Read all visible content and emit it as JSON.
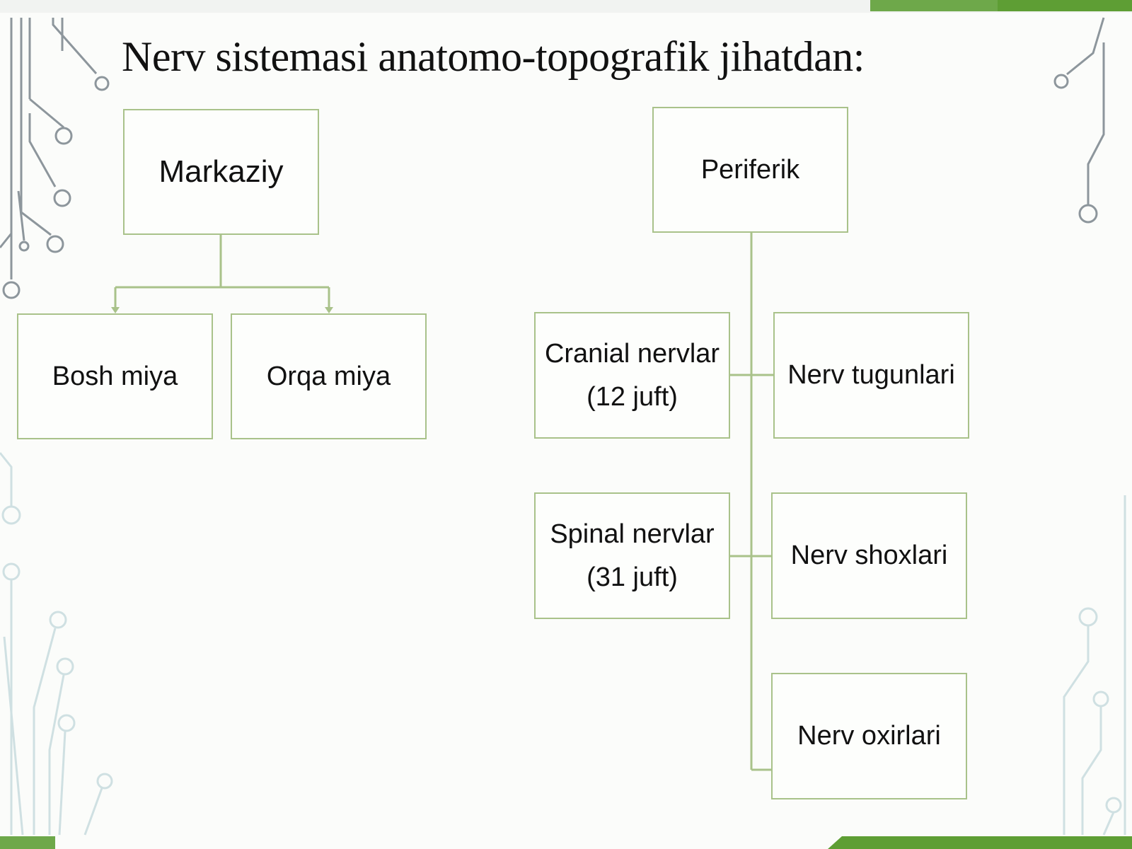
{
  "title": "Nerv sistemasi anatomo-topografik jihatdan:",
  "nodes": {
    "markaziy": "Markaziy",
    "periferik": "Periferik",
    "bosh_miya": "Bosh miya",
    "orqa_miya": "Orqa miya",
    "cranial": "Cranial nervlar\n(12 juft)",
    "tugunlari": "Nerv tugunlari",
    "spinal": "Spinal nervlar\n(31 juft)",
    "shoxlari": "Nerv shoxlari",
    "oxirlari": "Nerv oxirlari"
  },
  "colors": {
    "connector": "#a9c28a",
    "box_border": "#a9c28a",
    "accent_green": "#5e9e34",
    "circuit": "#9aa6ad",
    "circuit_light": "#cfe0e2"
  }
}
